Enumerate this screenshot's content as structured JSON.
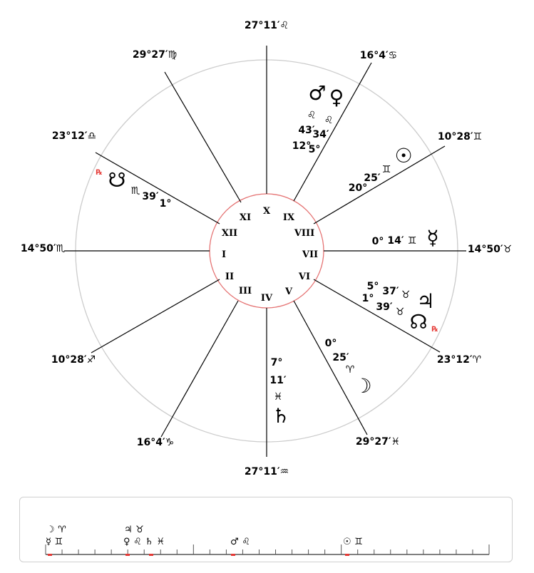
{
  "cusps": [
    {
      "house": "X",
      "label": "27°11′♌"
    },
    {
      "house": "IX",
      "label": "16°4′♋"
    },
    {
      "house": "VIII",
      "label": "10°28′♊"
    },
    {
      "house": "VII",
      "label": "14°50′♉"
    },
    {
      "house": "VI",
      "label": "23°12′♈"
    },
    {
      "house": "V",
      "label": "29°27′♓"
    },
    {
      "house": "IV",
      "label": "27°11′♒"
    },
    {
      "house": "III",
      "label": "16°4′♑"
    },
    {
      "house": "II",
      "label": "10°28′♐"
    },
    {
      "house": "I",
      "label": "14°50′♏"
    },
    {
      "house": "XII",
      "label": "23°12′♎"
    },
    {
      "house": "XI",
      "label": "29°27′♍"
    }
  ],
  "house_numbers": [
    "I",
    "II",
    "III",
    "IV",
    "V",
    "VI",
    "VII",
    "VIII",
    "IX",
    "X",
    "XI",
    "XII"
  ],
  "planets": {
    "mars": {
      "glyph": "♂",
      "sign": "♌",
      "deg": "12°",
      "min": "43′"
    },
    "venus": {
      "glyph": "♀",
      "sign": "♌",
      "deg": "5°",
      "min": "34′"
    },
    "sun": {
      "glyph": "☉",
      "sign": "♊",
      "deg": "20°",
      "min": "25′"
    },
    "mercury": {
      "glyph": "☿",
      "sign": "♊",
      "deg": "0°",
      "min": "14′"
    },
    "jupiter": {
      "glyph": "♃",
      "sign": "♉",
      "deg": "5°",
      "min": "37′"
    },
    "north_node": {
      "glyph": "☊",
      "sign": "♉",
      "deg": "1°",
      "min": "39′",
      "retro": "℞"
    },
    "moon": {
      "glyph": "☽",
      "sign": "♈",
      "deg": "0°",
      "min": "25′"
    },
    "saturn": {
      "glyph": "♄",
      "sign": "♓",
      "deg": "7°",
      "min": "11′"
    },
    "south_node": {
      "glyph": "☋",
      "sign": "♏",
      "deg": "1°",
      "min": "39′",
      "retro": "℞"
    }
  },
  "timeline": {
    "groups": [
      {
        "line1": "☽ ♈",
        "line2": "☿ ♊"
      },
      {
        "line1": "♃ ♉",
        "line2": "♀ ♌  ♄ ♓"
      },
      {
        "line1": "",
        "line2": "♂ ♌"
      },
      {
        "line1": "",
        "line2": "☉ ♊"
      }
    ]
  },
  "colors": {
    "outer_ring": "#cccccc",
    "inner_ring": "#e57373",
    "retro": "#e53935",
    "panel_border": "#cfcfcf"
  }
}
